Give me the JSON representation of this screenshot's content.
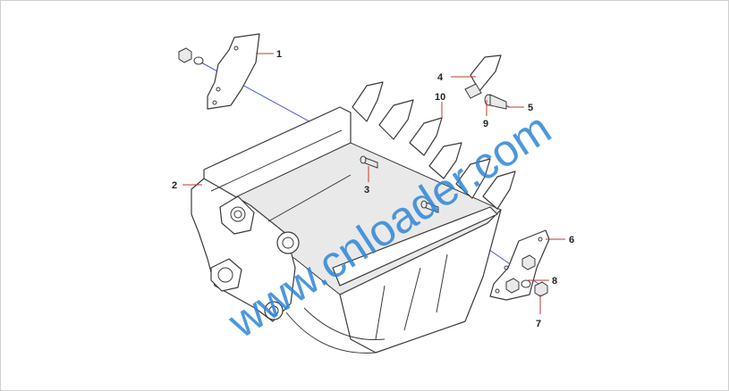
{
  "callouts": {
    "c1": "1",
    "c2": "2",
    "c3": "3",
    "c4": "4",
    "c5": "5",
    "c6": "6",
    "c7": "7",
    "c8": "8",
    "c9": "9",
    "c10": "10"
  },
  "watermark": "www.cnloader.com",
  "colors": {
    "leader": "#c0392b",
    "axis": "#4b5bd0",
    "watermark": "#2f86d6"
  }
}
